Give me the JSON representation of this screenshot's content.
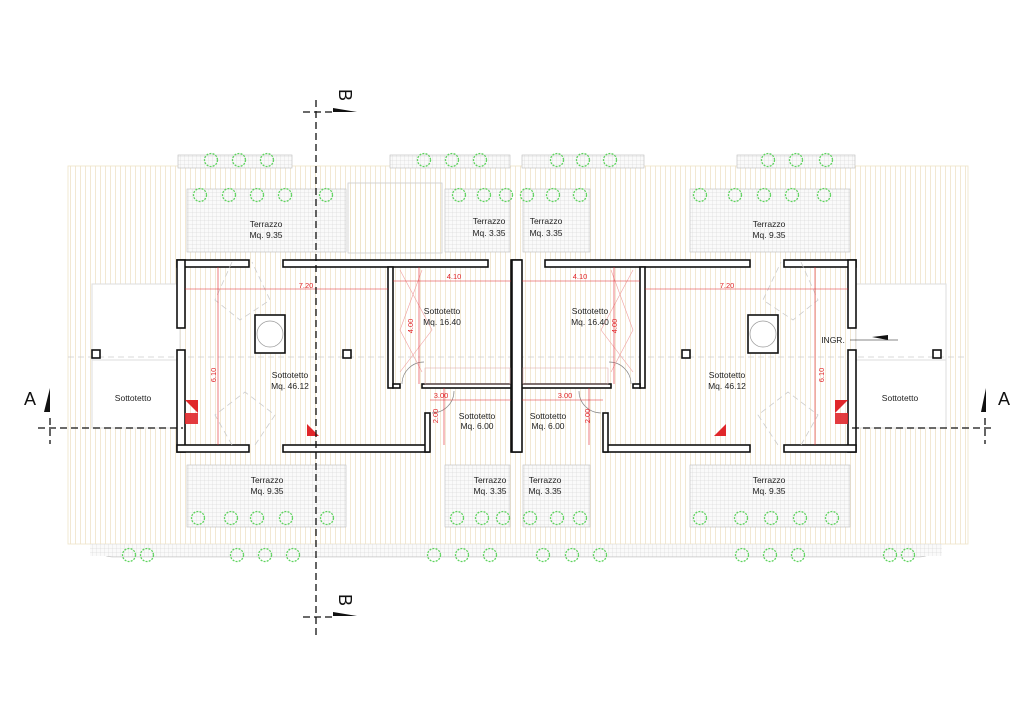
{
  "drawing": {
    "section_a": "A",
    "section_b": "B",
    "entrance": "INGR.",
    "terraces": {
      "top_left": {
        "name": "Terrazzo",
        "area": "Mq. 9.35"
      },
      "top_center_left": {
        "name": "Terrazzo",
        "area": "Mq. 3.35"
      },
      "top_center_right": {
        "name": "Terrazzo",
        "area": "Mq. 3.35"
      },
      "top_right": {
        "name": "Terrazzo",
        "area": "Mq. 9.35"
      },
      "bottom_left": {
        "name": "Terrazzo",
        "area": "Mq. 9.35"
      },
      "bottom_center_left": {
        "name": "Terrazzo",
        "area": "Mq. 3.35"
      },
      "bottom_center_right": {
        "name": "Terrazzo",
        "area": "Mq. 3.35"
      },
      "bottom_right": {
        "name": "Terrazzo",
        "area": "Mq. 9.35"
      }
    },
    "rooms": {
      "left_main": {
        "name": "Sottotetto",
        "area": "Mq. 46.12"
      },
      "left_mid": {
        "name": "Sottotetto",
        "area": "Mq. 16.40"
      },
      "left_small": {
        "name": "Sottotetto",
        "area": "Mq. 6.00"
      },
      "left_side": {
        "name": "Sottotetto"
      },
      "right_main": {
        "name": "Sottotetto",
        "area": "Mq. 46.12"
      },
      "right_mid": {
        "name": "Sottotetto",
        "area": "Mq. 16.40"
      },
      "right_small": {
        "name": "Sottotetto",
        "area": "Mq. 6.00"
      },
      "right_side": {
        "name": "Sottotetto"
      }
    },
    "dimensions": {
      "left_width": "7.20",
      "left_depth": "6.10",
      "left_mid_width": "4.10",
      "left_mid_depth": "4.00",
      "left_small_width": "3.00",
      "left_small_depth": "2.00",
      "right_width": "7.20",
      "right_depth": "6.10",
      "right_mid_width": "4.10",
      "right_mid_depth": "4.00",
      "right_small_width": "3.00",
      "right_small_depth": "2.00"
    },
    "colors": {
      "walls": "#111111",
      "dimensions": "#e0262a",
      "plants": "#5fd35f",
      "roof": "#f1e7cf"
    }
  }
}
